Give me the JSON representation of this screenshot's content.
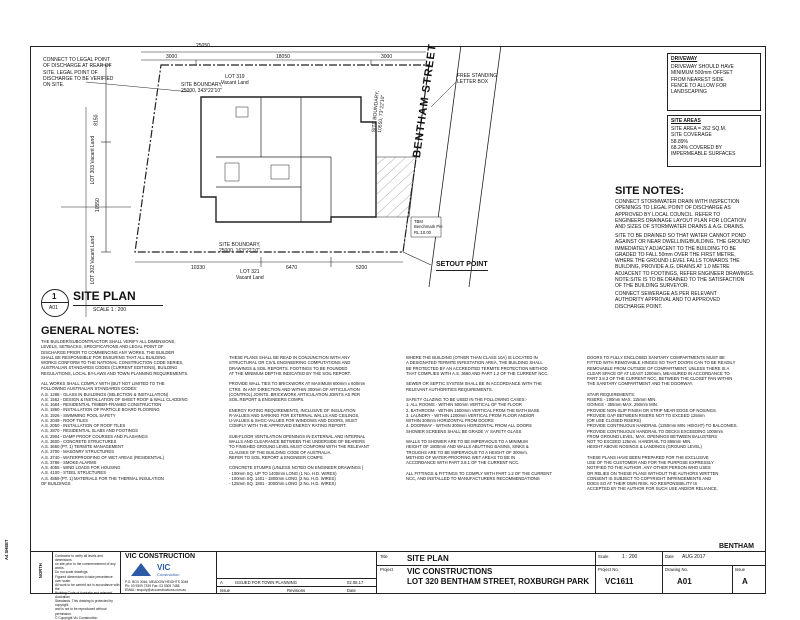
{
  "plan": {
    "dims_top": [
      "25050",
      "3000",
      "18050",
      "3000"
    ],
    "dims_bottom": [
      "10330",
      "6470",
      "5200"
    ],
    "dims_left": [
      "8150",
      "10550"
    ],
    "lot319_name": "LOT 319",
    "lot319_sub": "Vacant Land",
    "lot321_name": "LOT 321",
    "lot321_sub": "Vacant Land",
    "lot302_name": "LOT 302",
    "lot302_sub": "Vacant Land",
    "lot303_name": "LOT 303",
    "lot303_sub": "Vacant Land",
    "boundary_top": "SITE BOUNDARY,\n25000, 343°22'10\"",
    "boundary_bottom": "SITE BOUNDARY,\n25000, 163°22'10\"",
    "boundary_right": "SITE BOUNDARY,\n10550, 73°22'10\"",
    "street_name": "BENTHAM   STREET",
    "setout_point": "SETOUT POINT",
    "letterbox_note": "FREE STANDING\nLETTER BOX",
    "tbm_note": "TBM\nBenchmark Pin\nRL:10.00",
    "legal_point_note": "CONNECT TO LEGAL POINT\nOF DISCHARGE AT REAR OF\nSITE. LEGAL POINT OF\nDISCHARGE TO BE VERIFIED\nON SITE."
  },
  "site_plan_title": {
    "number": "1",
    "sheet_ref": "A01",
    "title": "SITE PLAN",
    "scale": "SCALE 1 : 200"
  },
  "driveway": {
    "title": "DRIVEWAY",
    "text": "DRIVEWAY SHOULD HAVE\nMINIMUM 500mm OFFSET\nFROM NEAREST SIDE\nFENCE TO ALLOW FOR\nLANDSCAPING"
  },
  "site_areas": {
    "title": "SITE AREAS",
    "text": "SITE AREA = 262  SQ.M.\nSITE COVERAGE\n58.89%\n68.24% COVERED BY\nIMPERMEABLE SURFACES"
  },
  "site_notes": {
    "title": "SITE NOTES:",
    "p1": "CONNECT STORMWATER DRAIN WITH INSPECTION\nOPENINGS TO LEGAL POINT OF DISCHARGE AS\nAPPROVED BY LOCAL COUNCIL. REFER TO\nENGINEERS DRAINAGE LAYOUT PLAN FOR LOCATION\nAND SIZES OF STORMWATER DRAINS & A.G. DRAINS.",
    "p2": "SITE TO BE DRAINED SO THAT WATER CANNOT POND\nAGAINST OR NEAR DWELLING/BUILDING. THE GROUND\nIMMEDIATELY ADJACENT TO THE BUILDING TO BE\nGRADED TO FALL 50mm OVER THE FIRST METRE,\nWHERE THE GROUND LEVEL FALLS TOWARDS THE\nBUILDING, PROVIDE A.G. DRAINS AT 1.0 METRE\nADJACENT TO FOOTINGS, REFER ENGINEER DRAWINGS.\nNOTE:SITE IS TO BE DRAINED TO THE SATISFACTION\nOF THE BUILDING SURVEYOR.",
    "p3": "CONNECT SEWERAGE AS PER RELEVANT\nAUTHORITY APPROVAL AND TO APPROVED\nDISCHARGE POINT."
  },
  "general_notes": {
    "title": "GENERAL NOTES:",
    "col1": "THE BUILDER/SUBCONTRACTOR SHALL VERIFY ALL DIMENSIONS,\nLEVELS, SETBACKS, SPECIFICATIONS AND LEGAL POINT OF\nDISCHARGE PRIOR TO COMMENCING ANY WORKS. THE BUILDER\nSHALL BE RESPONSIBLE FOR ENSURING THAT ALL BUILDING\nWORKS CONFORM TO THE NATIONAL CONSTRUCTION CODE SERIES,\nAUSTRALIAN STANDARDS CODES (CURRENT EDITIONS), BUILDING\nREGULATIONS, LOCAL BY-LAWS AND TOWN PLANNING REQUIREMENTS.\n\nALL WORKS SHALL COMPLY WITH (BUT NOT LIMITED TO THE\nFOLLOWING AUSTRALIAN STANDARDS CODES:\nA.S. 1288 - GLASS IN BUILDINGS (SELECTION & INSTALLATION)\nA.S. 1562 - DESIGN & INSTALLATION OF SHEET ROOF & WALL CLADDING\nA.S. 1684 - RESIDENTIAL TIMBER-FRAMED CONSTRUCTION\nA.S. 1860 - INSTALLATION OF PARTICLE BOARD FLOORING\nA.S. 1926 - SWIMMING POOL SAFETY\nA.S. 2049 - ROOF TILES\nA.S. 2050 - INSTALLATION OF ROOF TILES\nA.S. 2870 - RESIDENTIAL SLABS AND FOOTINGS\nA.S. 2904 - DAMP PROOF COURSES AND FLASHINGS\nA.S. 3600 - CONCRETE STRUCTURES\nA.S. 3660 (PT. 1) TERMITE MANAGEMENT\nA.S. 3700 - MASONRY STRUCTURES\nA.S. 3740 - WATERPROOFING OF WET AREAS (RESIDENTIAL)\nA.S. 3786 - SMOKE ALARMS\nA.S. 4055 - WIND LOADS FOR HOUSING\nA.S. 4100 - STEEL STRUCTURES\nA.S. 4859 (PT. 1) MATERIALS FOR THE THERMAL INSULATION\n            OF BUILDINGS",
    "col2": "THESE PLANS SHALL BE READ IN CONJUNCTION WITH ANY\nSTRUCTURAL OR CIVIL ENGINEERING COMPUTATIONS AND\nDRAWINGS & SOIL REPORTS. FOOTINGS TO BE FOUNDED\nAT THE MINIMUM DEPTHS INDICATED BY THE SOIL REPORT.\n\nPROVIDE WALL TIES TO BRICKWORK AT MAXIMUM 600mm x 600mm\nCTRS. IN ANY DIRECTION AND WITHIN 300mm OF ARTICULATION\n(CONTROL) JOINTS. BRICKWORK ARTICULATION JOINTS AS PER\nSOIL REPORT & ENGINEERS COMPS.\n\nENERGY RATING REQUIREMENTS, INCLUSIVE OF INSULATION\nR-VALUES AND SARKING FOR EXTERNAL WALLS AND CEILINGS,\nU-VALUES & SHGC-VALUES FOR WINDOWS AND DOORS, MUST\nCOMPLY WITH THE APPROVED ENERGY RATING REPORT.\n\nSUB-FLOOR VENTILATION OPENINGS IN EXTERNAL AND INTERNAL\nWALLS AND CLEARANCE BETWEEN THE UNDERSIDE OF BEARERS\nTO FINISHED GROUND LEVEL MUST CONFORM WITH THE RELEVANT\nCLAUSES OF THE BUILDING CODE OF AUSTRALIA.\nREFER TO SOIL REPORT & ENGINEER COMPS.\n\nCONCRETE STUMPS (UNLESS NOTED ON ENGINEER DRAWINGS )\n- 100mm SQ. UP TO 1400mm LONG (1 No. H.D. WIRES)\n- 100mm SQ. 1401 - 1800mm LONG (2 No. H.D. WIRES)\n- 125mm SQ. 1801 - 3000mm LONG (2 No. H.D. WIRES)",
    "col3": "WHERE THE BUILDING (OTHER THAN CLASS 10A) IS LOCATED IN\nA DESIGNATED TERMITE INFESTATION AREA, THE BUILDING SHALL\nBE PROTECTED BY AN ACCREDITED TERMITE PROTECTION METHOD\nTHAT COMPLIES WITH A.S. 3660 AND PART 1.2 OF THE CURRENT NCC.\n\nSEWER OR SEPTIC SYSTEM SHALL BE IN ACCORDANCE WITH THE\nRELEVANT AUTHORITIES REQUIREMENTS.\n\nSAFETY GLAZING TO BE USED IN THE FOLLOWING CASES:-\n1. ALL ROOMS - WITHIN 500mm VERTICAL OF THE FLOOR\n2. BATHROOM - WITHIN 1500mm VERTICAL FROM THE BATH BASE\n3. LAUNDRY - WITHIN 1200mm VERTICAL FROM FLOOR AND/OR\n   WITHIN 300mm HORIZONTAL FROM DOORS\n4. DOORWAY - WITHIN 300mm HORIZONTAL FROM ALL DOORS\n   SHOWER SCREENS SHALL BE GRADE 'A' SAFETY GLASS\n\nWALLS TO SHOWER ARE TO BE IMPERVIOUS TO A MINIMUM\nHEIGHT OF 1800mm AND WALLS ABUTTING BASINS, SINKS &\nTROUGHS ARE TO BE IMPERVIOUS TO A HEIGHT OF 300mm.\nMETHOD OF WATER-PROOFING WET AREAS TO BE IN\nACCORDANCE WITH PART 3.8.1 OF THE CURRENT NCC.\n\nALL FITTINGS & FITTINGS TO COMPLY WITH PART 1.2 OF THE CURRENT\nNCC, AND INSTALLED TO MANUFACTURERS RECOMMENDATIONS",
    "col4": "DOORS TO FULLY ENCLOSED SANITARY COMPARTMENTS MUST BE\nFITTED WITH REMOVABLE HINGES SO THAT DOORS CAN TO BE READILY\nREMOVABLE FROM OUTSIDE OF COMPARTMENT, UNLESS THERE IS A\nCLEAR SPACE OF AT LEAST 1200mm, MEASURED IN ACCORDANCE TO\nPART 3.8.3 OF THE CURRENT NCC, BETWEEN THE CLOSET PAN WITHIN\nTHE SANITARY COMPARTMENT AND THE DOORWAY.\n\nSTAIR REQUIREMENTS:\nRISERS - 190mm MAX.  115mm MIN.\nGOINGS - 355mm MAX.  250mm MIN.\nPROVIDE NON-SLIP FINISH OR STRIP NEAR EDGE OF NOSINGS.\nPROVIDE GAP BETWEEN RISERS NOT TO EXCEED 125mm\n(OR USE CLOSED RISERS)\nPROVIDE CONTINUOUS HANDRAIL (1250mm MIN. HEIGHT) TO BALCONIES.\nPROVIDE CONTINUOUS HANDRAIL TO DECKS EXCEEDING 1000mm\nFROM GROUND LEVEL. MAX. OPENINGS BETWEEN BALUSTERS\nNOT TO EXCEED 125mm. HANDRAIL TO 865mm MIN.\nHEIGHT ABOVE NOSINGS & LANDINGS (GROUND LEVEL)\n\nTHESE PLANS HAVE BEEN PREPARED FOR THE EXCLUSIVE\nUSE OF THE CUSTOMER AND FOR THE PURPOSE EXPRESSLY\nNOTIFIED TO THE AUTHOR. ANY OTHER PERSON WHO USES\nOR RELIES ON THESE PLANS WITHOUT THE AUTHORS WRITTEN\nCONSENT IS SUBJECT TO COPYRIGHT INFRINGEMENTS AND\nDOES SO AT THEIR OWN RISK. NO RESPONSIBILITY IS\nACCEPTED BY THE AUTHOR FOR SUCH USE AND/OR RELIANCE."
  },
  "bentham_label": "BENTHAM",
  "title_block": {
    "disclaimer": "Contractor to verify all levels and dimensions\non site prior to the commencement of any works.\nDo not scale drawings.\nFigured dimensions to take precedence over scale.\nAll work to be carried out in accordance with the\nBuilding Code of Australia and relevant Australian\nStandards. This drawing is protected by copyright\nand is not to be reproduced without permission.\n© Copyright Vic Construction",
    "company": "VIC CONSTRUCTION",
    "logo_text": "VIC",
    "logo_sub": "Construction",
    "address": "P.O. BOX 3046, MEADOW HEIGHTS 3048\nPh: 03 9309 7339        Fax: 03 9309 7488\nEMAIL:  enquiry@vicconstructions.com.au",
    "issue_code": "A",
    "issue_text": "ISSUED FOR TOWN PLANNING",
    "issue_date": "02.08.17",
    "col_issue": "Issue",
    "col_revisions": "Revisions",
    "col_date": "Date",
    "title_label": "Title",
    "title_value": "SITE PLAN",
    "project_label": "Project",
    "project_line1": "VIC CONSTRUCTIONS",
    "project_line2": "LOT 320 BENTHAM STREET, ROXBURGH PARK",
    "scale_label": "Scale",
    "scale_value": "1 : 200",
    "date_label": "Date",
    "date_value": "AUG 2017",
    "project_no_label": "Project No.",
    "project_no": "VC1611",
    "drawing_no_label": "Drawing No.",
    "drawing_no": "A01",
    "issue_label": "Issue",
    "issue_value": "A",
    "north": "NORTH",
    "side_label": "A4 SHEET"
  }
}
